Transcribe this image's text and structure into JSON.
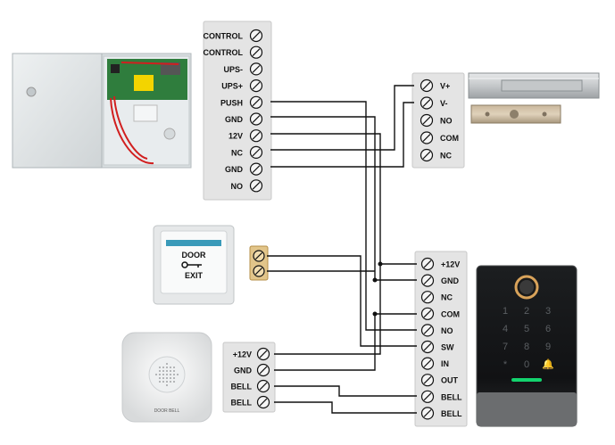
{
  "power_supply": {
    "terminals": [
      "CONTROL",
      "CONTROL",
      "UPS-",
      "UPS+",
      "PUSH",
      "GND",
      "12V",
      "NC",
      "GND",
      "NO"
    ]
  },
  "lock": {
    "terminals": [
      "V+",
      "V-",
      "NO",
      "COM",
      "NC"
    ]
  },
  "exit_button": {
    "line1": "DOOR",
    "line2": "EXIT"
  },
  "bell": {
    "brand": "DOOR BELL",
    "terminals": [
      "+12V",
      "GND",
      "BELL",
      "BELL"
    ]
  },
  "keypad": {
    "terminals": [
      "+12V",
      "GND",
      "NC",
      "COM",
      "NO",
      "SW",
      "IN",
      "OUT",
      "BELL",
      "BELL"
    ],
    "keys": [
      "1",
      "2",
      "3",
      "4",
      "5",
      "6",
      "7",
      "8",
      "9",
      "*",
      "0",
      "🔔"
    ]
  }
}
